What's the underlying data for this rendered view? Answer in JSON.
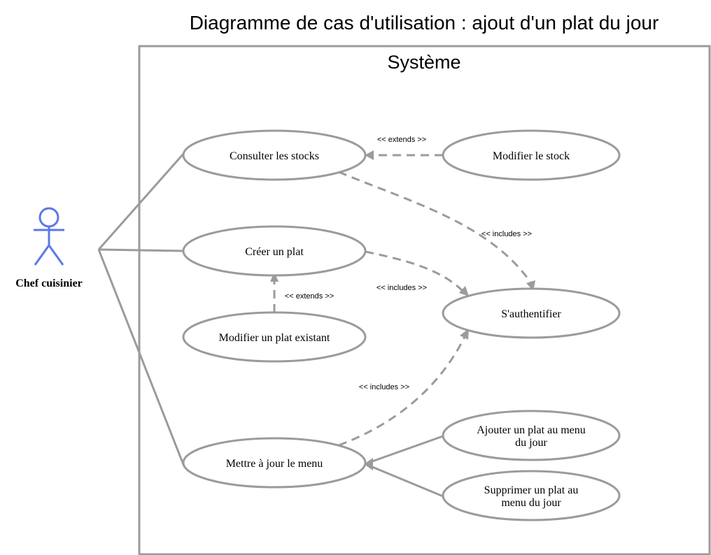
{
  "diagram": {
    "title": "Diagramme de cas d'utilisation : ajout d'un plat du jour",
    "system_label": "Système",
    "actor": {
      "name": "Chef cuisinier"
    },
    "colors": {
      "line": "#9b9b9b",
      "actor": "#5b78e8"
    },
    "use_cases": {
      "consulter": "Consulter les stocks",
      "modifier_stock": "Modifier le stock",
      "creer": "Créer un plat",
      "authentifier": "S'authentifier",
      "modifier_plat": "Modifier un plat existant",
      "mettre_a_jour": "Mettre à jour le menu",
      "ajouter_l1": "Ajouter un plat au menu",
      "ajouter_l2": "du jour",
      "supprimer_l1": "Supprimer un plat au",
      "supprimer_l2": "menu du jour"
    },
    "relations": {
      "extends_stock": "<< extends >>",
      "includes_consulter": "<< includes >>",
      "includes_creer": "<< includes >>",
      "extends_plat": "<< extends >>",
      "includes_menu": "<< includes >>"
    }
  }
}
